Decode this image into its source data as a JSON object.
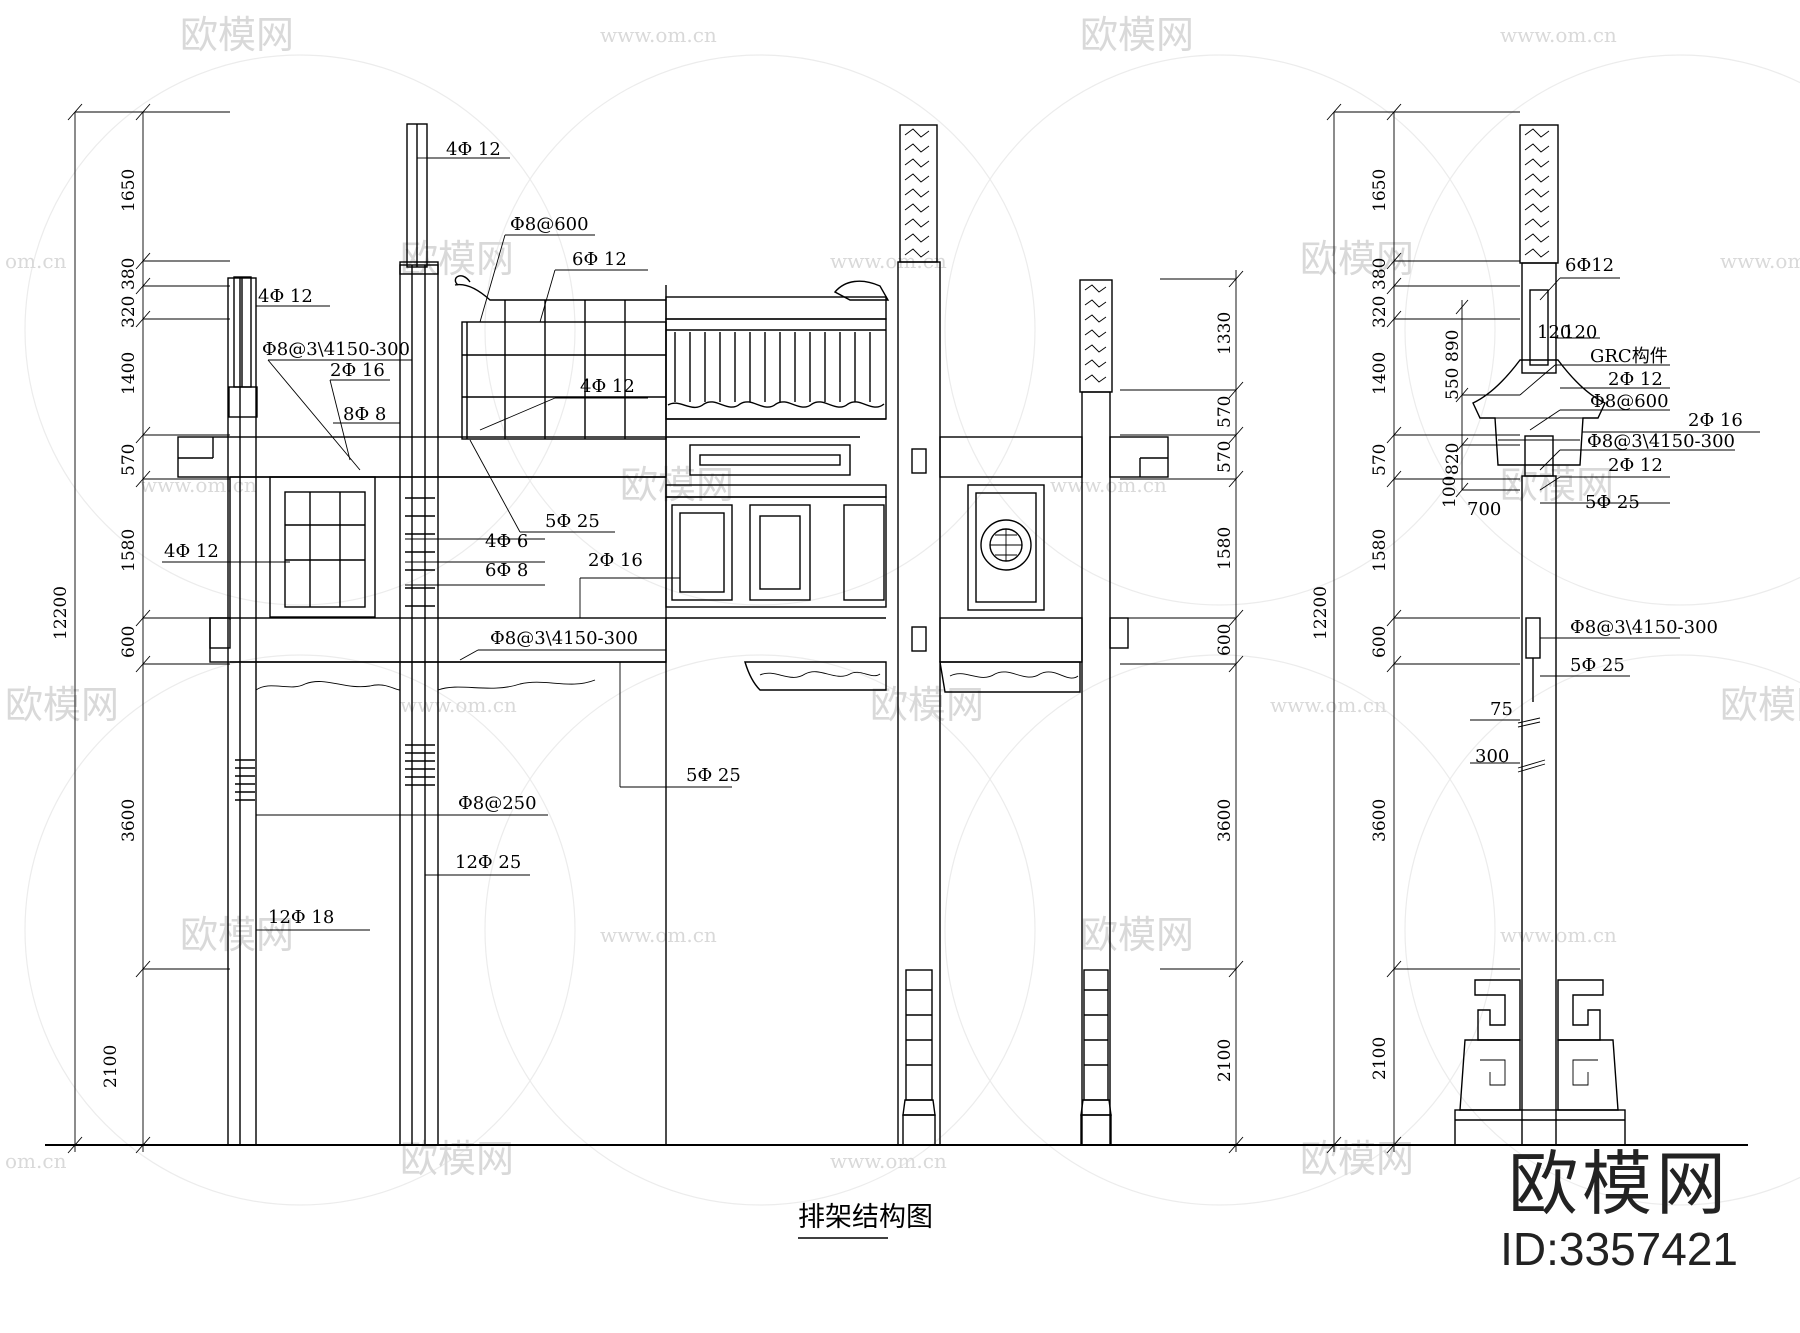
{
  "title": "排架结构图",
  "watermarks": {
    "brand": "欧模网",
    "site": "www.om.cn",
    "site_fragment": "om.cn"
  },
  "corner": {
    "brand": "欧模网",
    "id": "ID:3357421"
  },
  "dimensions": {
    "total": "12200",
    "left_stack": [
      "1650",
      "380",
      "320",
      "1400",
      "570",
      "1580",
      "600",
      "3600",
      "2100"
    ],
    "middle_stack": [
      "1330",
      "570",
      "570",
      "1580",
      "600",
      "3600",
      "2100"
    ],
    "right_stack": [
      "1650",
      "380",
      "320",
      "1400",
      "570",
      "1580",
      "600",
      "3600",
      "2100"
    ],
    "detail": [
      "890",
      "550",
      "820",
      "100",
      "700",
      "120",
      "75",
      "300"
    ]
  },
  "rebar_labels_left": [
    "4Φ 12",
    "Φ8@600",
    "6Φ 12",
    "4Φ 12",
    "Φ8@3\\4150-300",
    "2Φ 16",
    "8Φ 8",
    "4Φ 12",
    "4Φ 12",
    "5Φ 25",
    "4Φ 6",
    "6Φ 8",
    "2Φ 16",
    "Φ8@3\\4150-300",
    "5Φ 25",
    "Φ8@250",
    "12Φ 25",
    "12Φ 18"
  ],
  "rebar_labels_right": [
    "6Φ12",
    "120",
    "GRC构件",
    "2Φ 12",
    "Φ8@600",
    "2Φ 16",
    "Φ8@3\\4150-300",
    "2Φ 12",
    "5Φ 25",
    "Φ8@3\\4150-300",
    "5Φ 25"
  ]
}
